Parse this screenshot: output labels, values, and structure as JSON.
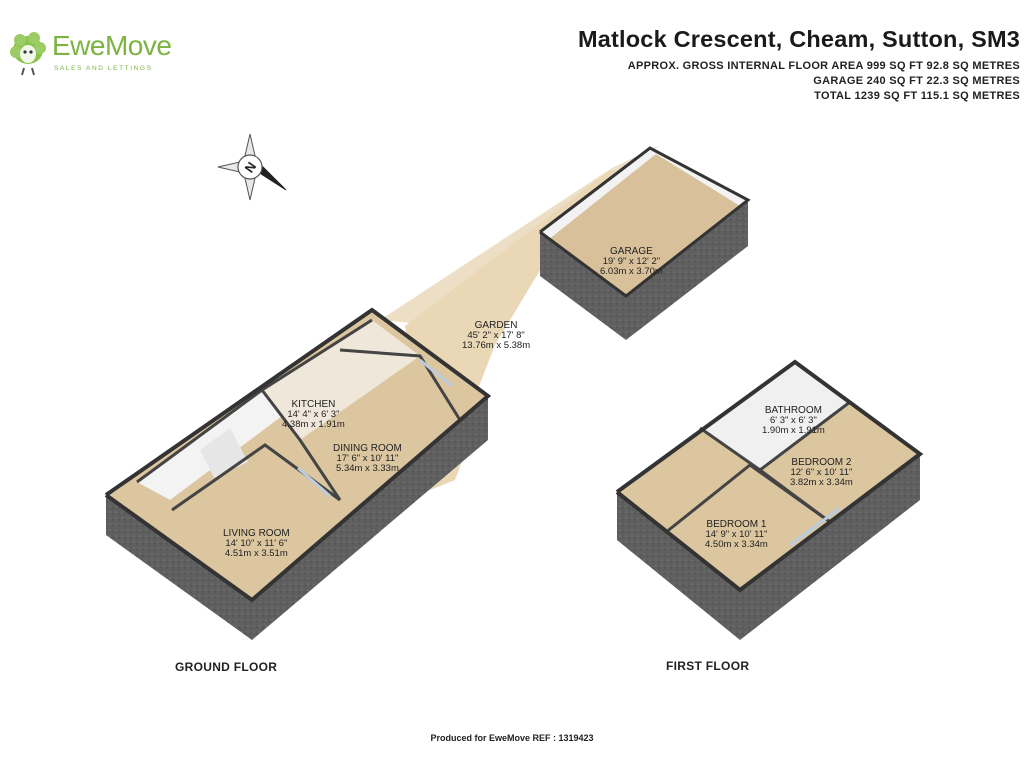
{
  "brand": {
    "name": "EweMove",
    "tagline": "SALES AND LETTINGS"
  },
  "title": "Matlock Crescent, Cheam, Sutton, SM3",
  "areas": [
    "APPROX. GROSS INTERNAL FLOOR AREA 999 SQ FT 92.8 SQ METRES",
    "GARAGE 240 SQ FT 22.3 SQ METRES",
    "TOTAL 1239 SQ FT 115.1 SQ METRES"
  ],
  "compass": {
    "label": "N"
  },
  "rooms": {
    "garage": {
      "name": "GARAGE",
      "imperial": "19' 9\" x 12' 2\"",
      "metric": "6.03m x 3.70m"
    },
    "garden": {
      "name": "GARDEN",
      "imperial": "45' 2\" x 17' 8\"",
      "metric": "13.76m x 5.38m"
    },
    "kitchen": {
      "name": "KITCHEN",
      "imperial": "14' 4\" x 6' 3\"",
      "metric": "4.38m x 1.91m"
    },
    "dining": {
      "name": "DINING ROOM",
      "imperial": "17' 6\" x 10' 11\"",
      "metric": "5.34m x 3.33m"
    },
    "living": {
      "name": "LIVING ROOM",
      "imperial": "14' 10\" x 11' 6\"",
      "metric": "4.51m x 3.51m"
    },
    "bathroom": {
      "name": "BATHROOM",
      "imperial": "6' 3\" x 6' 3\"",
      "metric": "1.90m x 1.91m"
    },
    "bedroom2": {
      "name": "BEDROOM 2",
      "imperial": "12' 6\" x 10' 11\"",
      "metric": "3.82m x 3.34m"
    },
    "bedroom1": {
      "name": "BEDROOM 1",
      "imperial": "14' 9\" x 10' 11\"",
      "metric": "4.50m x 3.34m"
    }
  },
  "floors": {
    "ground": "GROUND FLOOR",
    "first": "FIRST FLOOR"
  },
  "footer": "Produced for EweMove   REF : 1319423",
  "colors": {
    "brand_green": "#7cb342",
    "floor": "#dcc6a0",
    "wall": "#5c5c5c"
  }
}
